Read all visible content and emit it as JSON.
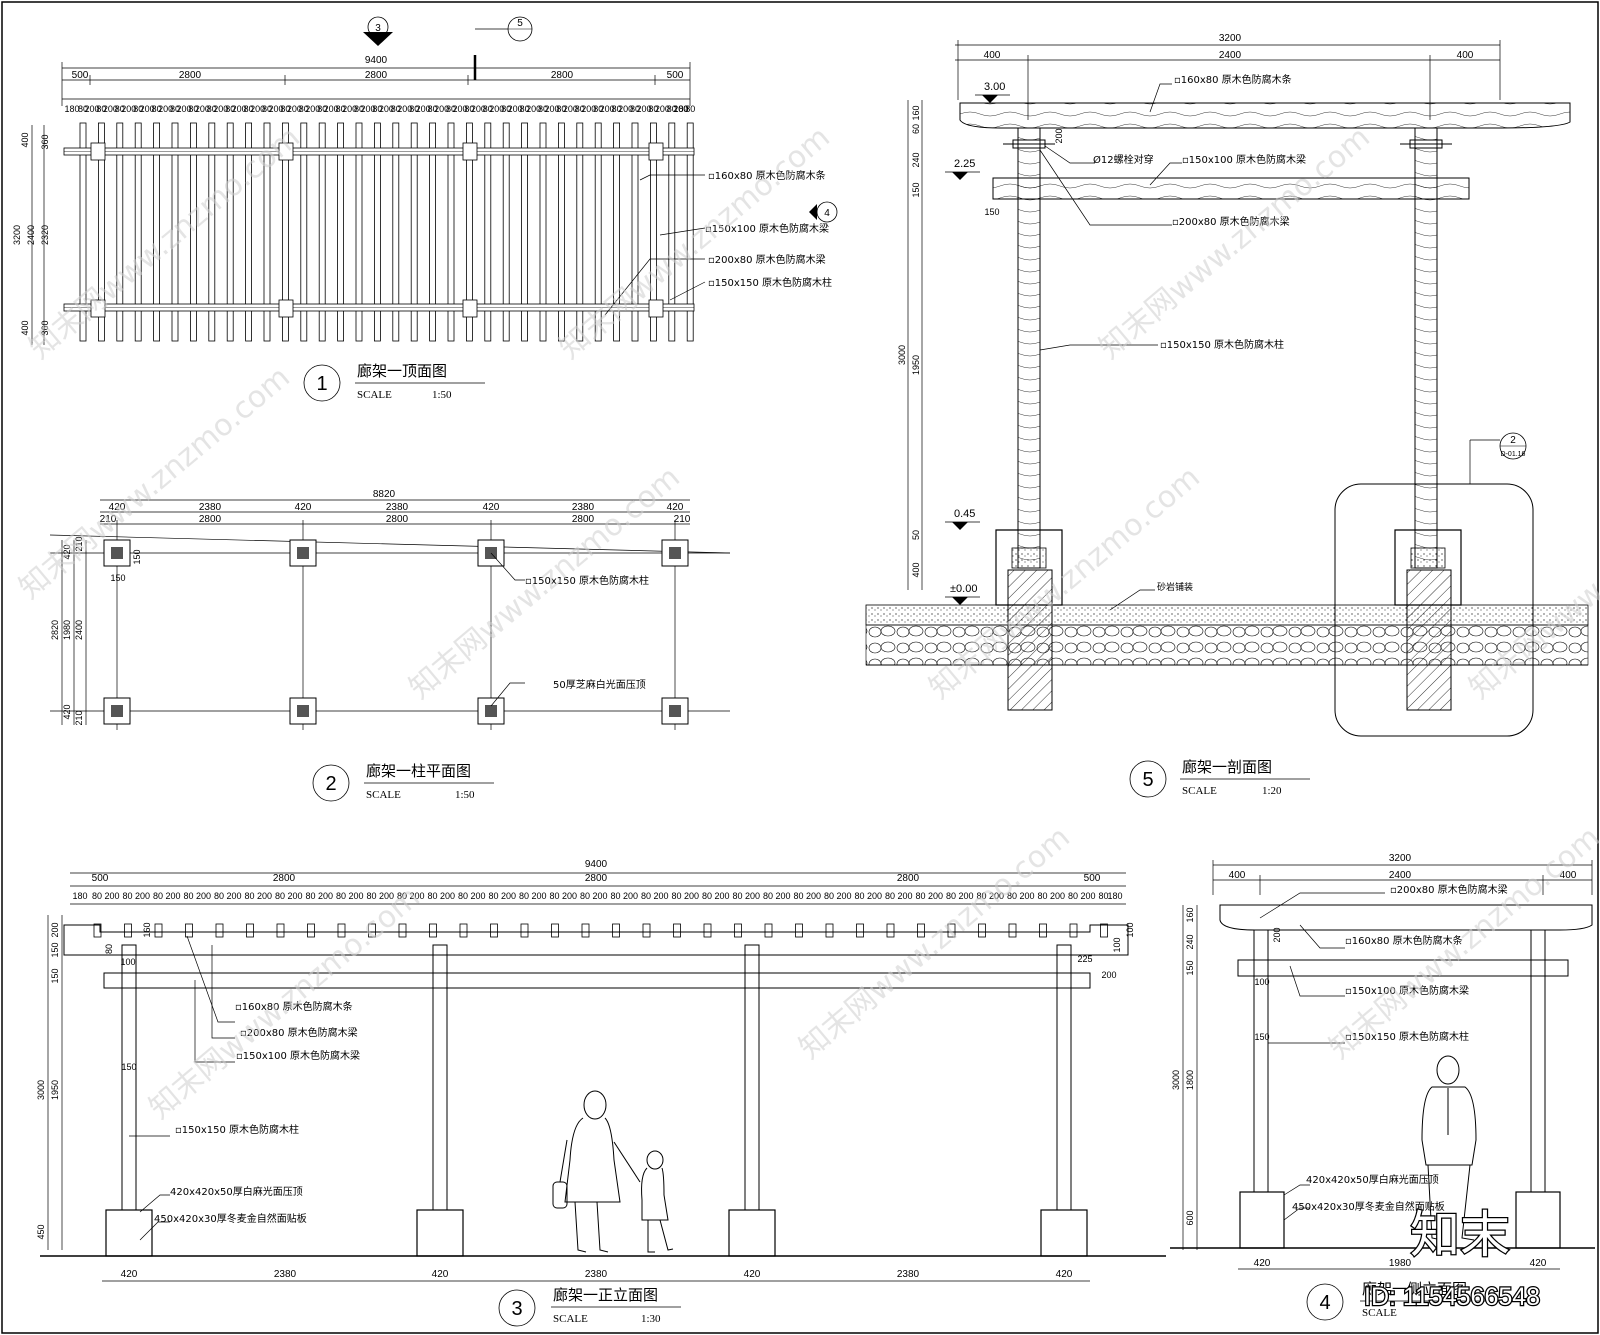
{
  "logo": {
    "text": "知末",
    "id_label": "ID: 1154566548"
  },
  "views": {
    "top": {
      "number": "1",
      "title": "廊架一顶面图",
      "scale_label": "SCALE",
      "scale_value": "1:50",
      "dims_total": "9400",
      "dims_main": [
        "500",
        "2800",
        "2800",
        "2800",
        "500"
      ],
      "dims_fine_left": "180",
      "dims_fine_right": "180",
      "dims_fine_pair": [
        "80",
        "200"
      ],
      "dims_side": [
        "400",
        "360",
        "3200",
        "2400",
        "2320",
        "400",
        "360"
      ],
      "callout_a": "3",
      "callout_b": "5",
      "labels": [
        "▫160x80 原木色防腐木条",
        "▫150x100 原木色防腐木梁",
        "▫200x80 原木色防腐木梁",
        "▫150x150 原木色防腐木柱"
      ],
      "section_mark": "4"
    },
    "plan": {
      "number": "2",
      "title": "廊架一柱平面图",
      "scale_label": "SCALE",
      "scale_value": "1:50",
      "dims_total": "8820",
      "dims_top1": [
        "420",
        "2380",
        "420",
        "2380",
        "420",
        "2380",
        "420"
      ],
      "dims_top2": [
        "210",
        "2800",
        "2800",
        "2800",
        "210"
      ],
      "dims_side": [
        "420",
        "210",
        "2820",
        "1980",
        "2400",
        "420",
        "210"
      ],
      "small_dims": [
        "150",
        "150"
      ],
      "labels": [
        "▫150x150 原木色防腐木柱",
        "50厚芝麻白光面压顶"
      ]
    },
    "section": {
      "number": "5",
      "title": "廊架一剖面图",
      "scale_label": "SCALE",
      "scale_value": "1:20",
      "dims_total": "3200",
      "dims_mid": [
        "400",
        "2400",
        "400"
      ],
      "levels": [
        "3.00",
        "2.25",
        "0.45",
        "±0.00"
      ],
      "dims_side": [
        "160",
        "60",
        "200",
        "240",
        "150",
        "3000",
        "1950",
        "50",
        "400",
        "150"
      ],
      "labels": [
        "▫160x80 原木色防腐木条",
        "Ø12螺栓对穿",
        "▫150x100 原木色防腐木梁",
        "▫200x80 原木色防腐木梁",
        "▫150x150 原木色防腐木柱",
        "砂岩铺装"
      ],
      "detail_callout": [
        "2",
        "D-01.16"
      ]
    },
    "front": {
      "number": "3",
      "title": "廊架一正立面图",
      "scale_label": "SCALE",
      "scale_value": "1:30",
      "dims_total": "9400",
      "dims_main": [
        "500",
        "2800",
        "2800",
        "2800",
        "500"
      ],
      "dims_fine_left": "180",
      "dims_fine_right": "180",
      "dims_fine_pair": [
        "80",
        "200"
      ],
      "dims_bottom": [
        "420",
        "2380",
        "420",
        "2380",
        "420"
      ],
      "dims_side": [
        "200",
        "150",
        "150",
        "3000",
        "1950",
        "450"
      ],
      "small_dims": [
        "160",
        "80",
        "100",
        "100",
        "150",
        "225",
        "100",
        "200"
      ],
      "labels": [
        "▫160x80 原木色防腐木条",
        "▫200x80 原木色防腐木梁",
        "▫150x100 原木色防腐木梁",
        "▫150x150 原木色防腐木柱",
        "420x420x50厚白麻光面压顶",
        "450x420x30厚冬麦金自然面贴板"
      ]
    },
    "side": {
      "number": "4",
      "title": "廊架一侧立面图",
      "scale_label": "SCALE",
      "dims_total": "3200",
      "dims_mid": [
        "400",
        "2400",
        "400"
      ],
      "dims_side": [
        "160",
        "240",
        "150",
        "3000",
        "1800",
        "600"
      ],
      "small_dims": [
        "200",
        "100",
        "150"
      ],
      "dims_bottom": [
        "420",
        "1980",
        "420"
      ],
      "labels": [
        "▫200x80 原木色防腐木梁",
        "▫160x80 原木色防腐木条",
        "▫150x100 原木色防腐木梁",
        "▫150x150 原木色防腐木柱",
        "420x420x50厚白麻光面压顶",
        "450x420x30厚冬麦金自然面贴板"
      ]
    }
  },
  "watermark": "知末网www.znzmo.com",
  "colors": {
    "line": "#000000",
    "watermark": "#cfcfcf"
  }
}
